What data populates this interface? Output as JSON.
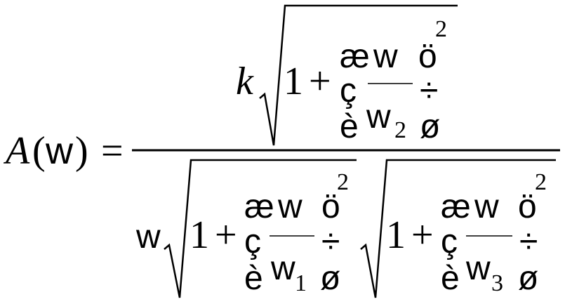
{
  "formula": {
    "lhs": {
      "func": "A",
      "open": "(",
      "var": "w",
      "close": ")",
      "eq": "="
    },
    "numerator": {
      "gain": "k",
      "one": "1",
      "plus": "+",
      "top_left": "æ",
      "top_var": "w",
      "top_right": "ö",
      "exponent": "2",
      "mid_left": "ç",
      "mid_right": "÷",
      "bot_left": "è",
      "bot_var": "w",
      "bot_sub": "2",
      "bot_right": "ø"
    },
    "denominator": {
      "lead_var": "w",
      "term1": {
        "one": "1",
        "plus": "+",
        "top_left": "æ",
        "top_var": "w",
        "top_right": "ö",
        "exponent": "2",
        "mid_left": "ç",
        "mid_right": "÷",
        "bot_left": "è",
        "bot_var": "w",
        "bot_sub": "1",
        "bot_right": "ø"
      },
      "term2": {
        "one": "1",
        "plus": "+",
        "top_left": "æ",
        "top_var": "w",
        "top_right": "ö",
        "exponent": "2",
        "mid_left": "ç",
        "mid_right": "÷",
        "bot_left": "è",
        "bot_var": "w",
        "bot_sub": "3",
        "bot_right": "ø"
      }
    }
  }
}
